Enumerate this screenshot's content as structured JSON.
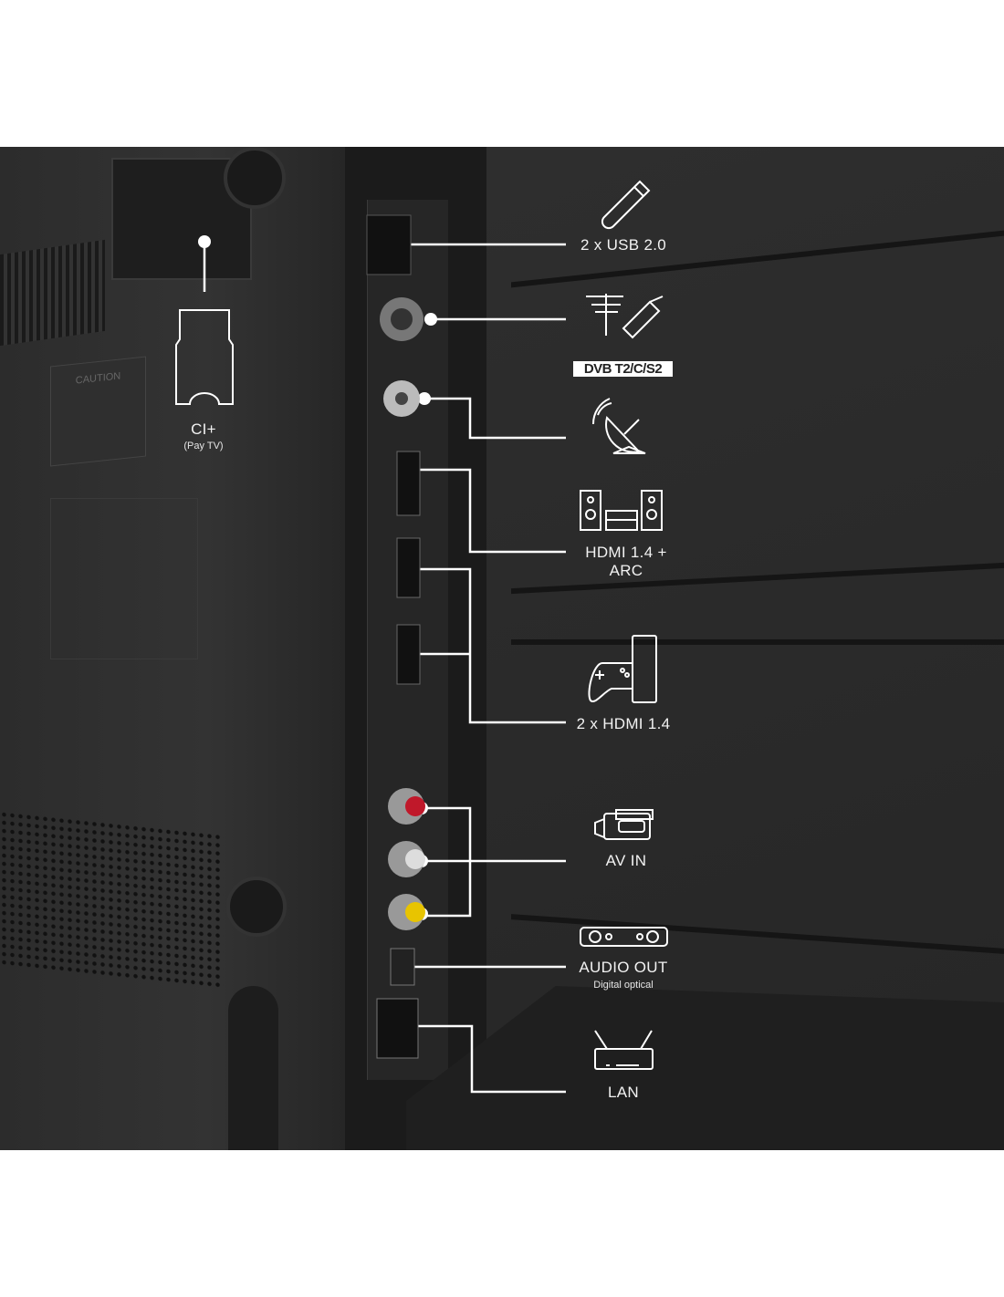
{
  "ports": {
    "ci": {
      "label": "CI+",
      "sub": "(Pay TV)"
    },
    "usb": {
      "label": "2 x USB 2.0"
    },
    "antenna": {
      "logo": "DVB T2/C/S2"
    },
    "hdmi_arc": {
      "label_line1": "HDMI 1.4 +",
      "label_line2": "ARC"
    },
    "hdmi": {
      "label": "2 x HDMI 1.4"
    },
    "av": {
      "label": "AV IN"
    },
    "audio": {
      "label": "AUDIO OUT",
      "sub": "Digital optical"
    },
    "lan": {
      "label": "LAN"
    }
  },
  "panel_text": {
    "caution": "CAUTION"
  },
  "colors": {
    "background": "#2a2a2a",
    "line": "#ffffff",
    "rca_red": "#c0182a",
    "rca_yellow": "#e8c400"
  }
}
